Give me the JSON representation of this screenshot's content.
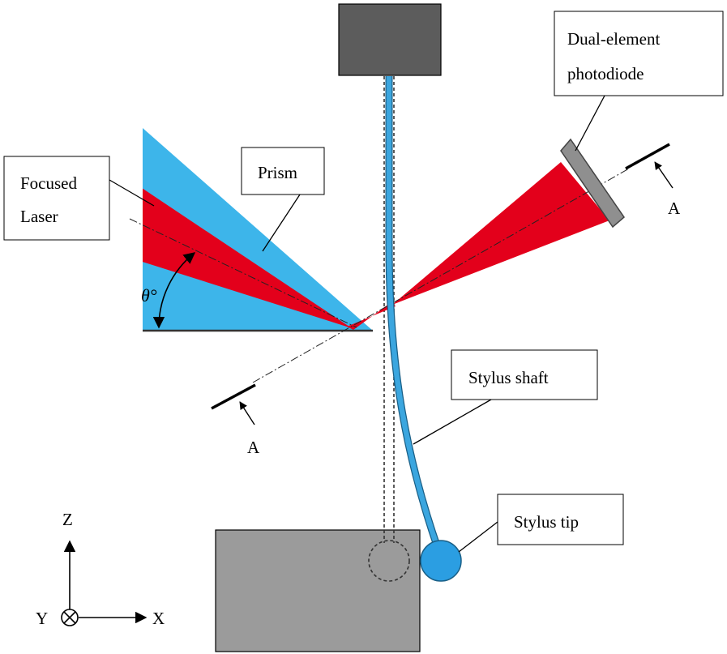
{
  "labels": {
    "photodiode": [
      "Dual-element",
      "photodiode"
    ],
    "focused_laser": [
      "Focused",
      "Laser"
    ],
    "prism": "Prism",
    "theta": "θ°",
    "stylus_shaft": "Stylus shaft",
    "stylus_tip": "Stylus tip",
    "section_a_top": "A",
    "section_a_bottom": "A",
    "axis_z": "Z",
    "axis_y": "Y",
    "axis_x": "X"
  },
  "colors": {
    "prism": "#3db5ea",
    "laser": "#e3001b",
    "stylus": "#3ba6df",
    "stylus_tip": "#2b9ee2",
    "top_block": "#5c5c5c",
    "base_block": "#9b9b9b",
    "photodiode": "#8f8f8f"
  }
}
